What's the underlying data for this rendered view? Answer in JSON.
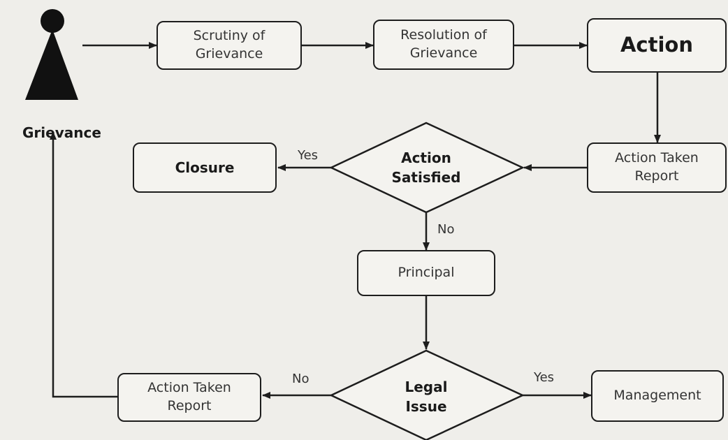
{
  "actor": {
    "label": "Grievance"
  },
  "nodes": {
    "scrutiny": "Scrutiny of\nGrievance",
    "resolution": "Resolution of\nGrievance",
    "action": "Action",
    "atr_top": "Action Taken\nReport",
    "action_satisfied": "Action\nSatisfied",
    "closure": "Closure",
    "principal": "Principal",
    "legal_issue": "Legal\nIssue",
    "atr_bottom": "Action Taken\nReport",
    "management": "Management"
  },
  "edge_labels": {
    "satisfied_yes": "Yes",
    "satisfied_no": "No",
    "legal_no": "No",
    "legal_yes": "Yes"
  },
  "colors": {
    "line": "#1d1d1d",
    "box_fill": "#f4f3ef",
    "background": "#efeeea"
  }
}
